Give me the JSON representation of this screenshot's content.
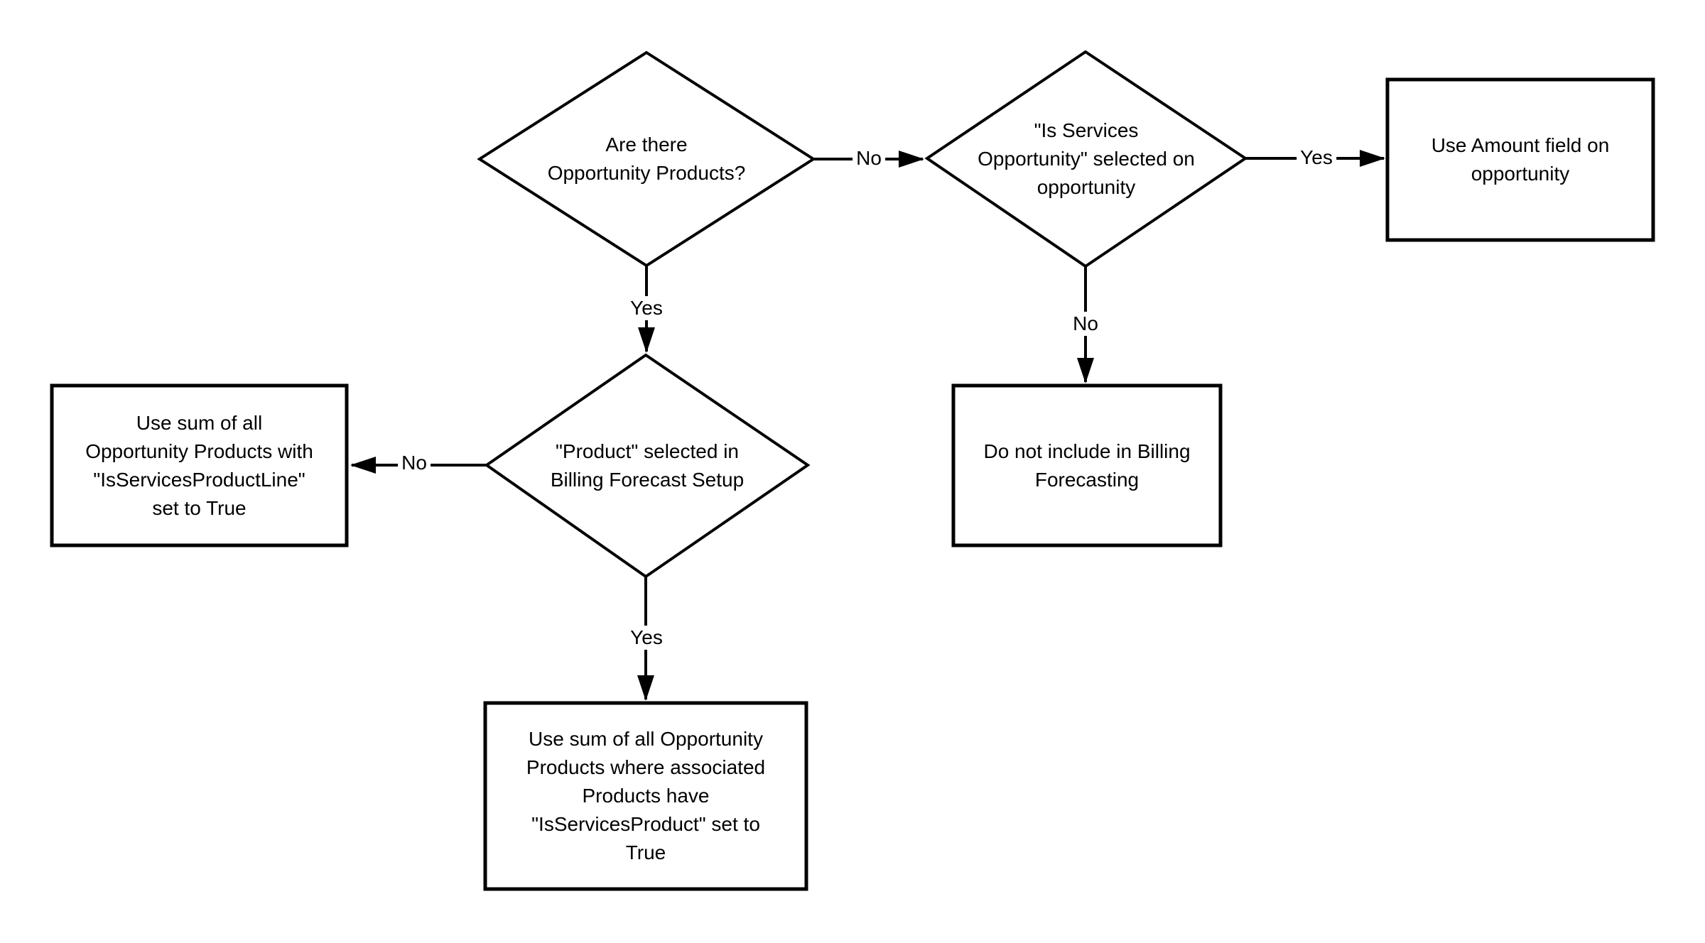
{
  "diagram": {
    "type": "flowchart",
    "colors": {
      "stroke": "#000000",
      "shape_fill": "#ffffff",
      "text": "#000000",
      "background": "#ffffff"
    },
    "nodes": {
      "are_products": {
        "shape": "decision",
        "label": "Are there\nOpportunity Products?"
      },
      "is_services_opp": {
        "shape": "decision",
        "label": "\"Is Services\nOpportunity\" selected on\nopportunity"
      },
      "product_selected": {
        "shape": "decision",
        "label": "\"Product\" selected in\nBilling Forecast Setup"
      },
      "use_amount": {
        "shape": "process",
        "label": "Use Amount field on\nopportunity"
      },
      "sum_product_line": {
        "shape": "process",
        "label": "Use sum of all\nOpportunity Products with\n\"IsServicesProductLine\"\nset to True"
      },
      "do_not_include": {
        "shape": "process",
        "label": "Do not include in Billing\nForecasting"
      },
      "sum_services_product": {
        "shape": "process",
        "label": "Use sum of all Opportunity\nProducts where associated\nProducts have\n\"IsServicesProduct\" set to\nTrue"
      }
    },
    "edges": {
      "are_products_no": {
        "from": "are_products",
        "to": "is_services_opp",
        "label": "No"
      },
      "are_products_yes": {
        "from": "are_products",
        "to": "product_selected",
        "label": "Yes"
      },
      "is_services_opp_yes": {
        "from": "is_services_opp",
        "to": "use_amount",
        "label": "Yes"
      },
      "is_services_opp_no": {
        "from": "is_services_opp",
        "to": "do_not_include",
        "label": "No"
      },
      "product_selected_no": {
        "from": "product_selected",
        "to": "sum_product_line",
        "label": "No"
      },
      "product_selected_yes": {
        "from": "product_selected",
        "to": "sum_services_product",
        "label": "Yes"
      }
    }
  }
}
